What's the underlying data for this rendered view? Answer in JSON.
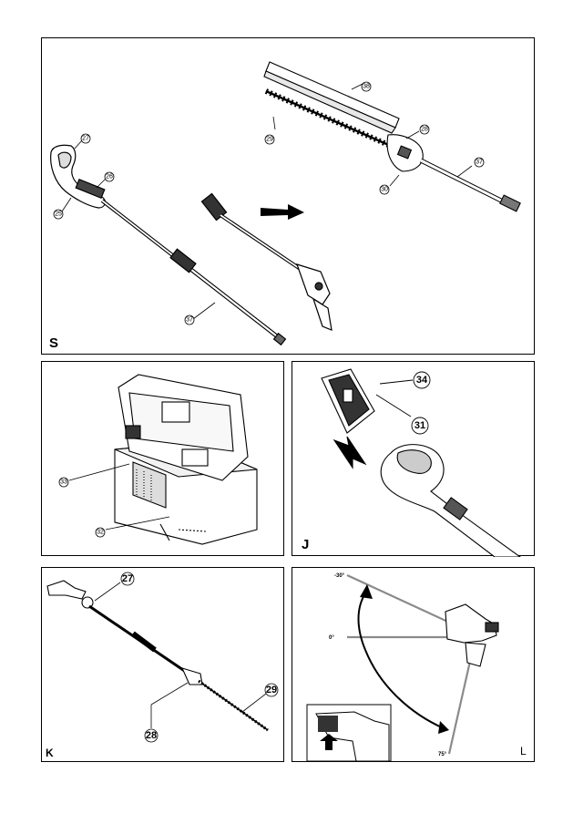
{
  "panels": {
    "s": {
      "label": "S",
      "callouts": {
        "handle_top": "27",
        "trigger": "26",
        "grip": "25",
        "pole_upper_blade": "28",
        "pole_lower": "37",
        "blade": "29",
        "blade_guard": "30",
        "pole_upper": "37",
        "head_lock": "38"
      }
    },
    "charger": {
      "callouts": {
        "battery_slot": "33",
        "charger_base": "32"
      }
    },
    "j": {
      "label": "J",
      "callouts": {
        "battery_release": "34",
        "battery": "31"
      }
    },
    "k": {
      "label": "K",
      "callouts": {
        "handle": "27",
        "lock": "28",
        "blade": "29"
      }
    },
    "l": {
      "label": "L",
      "angles": {
        "top": "-30°",
        "middle": "0°",
        "bottom": "75°"
      }
    }
  },
  "colors": {
    "line": "#000000",
    "gray": "#8a8a8a",
    "fill": "#ffffff"
  }
}
